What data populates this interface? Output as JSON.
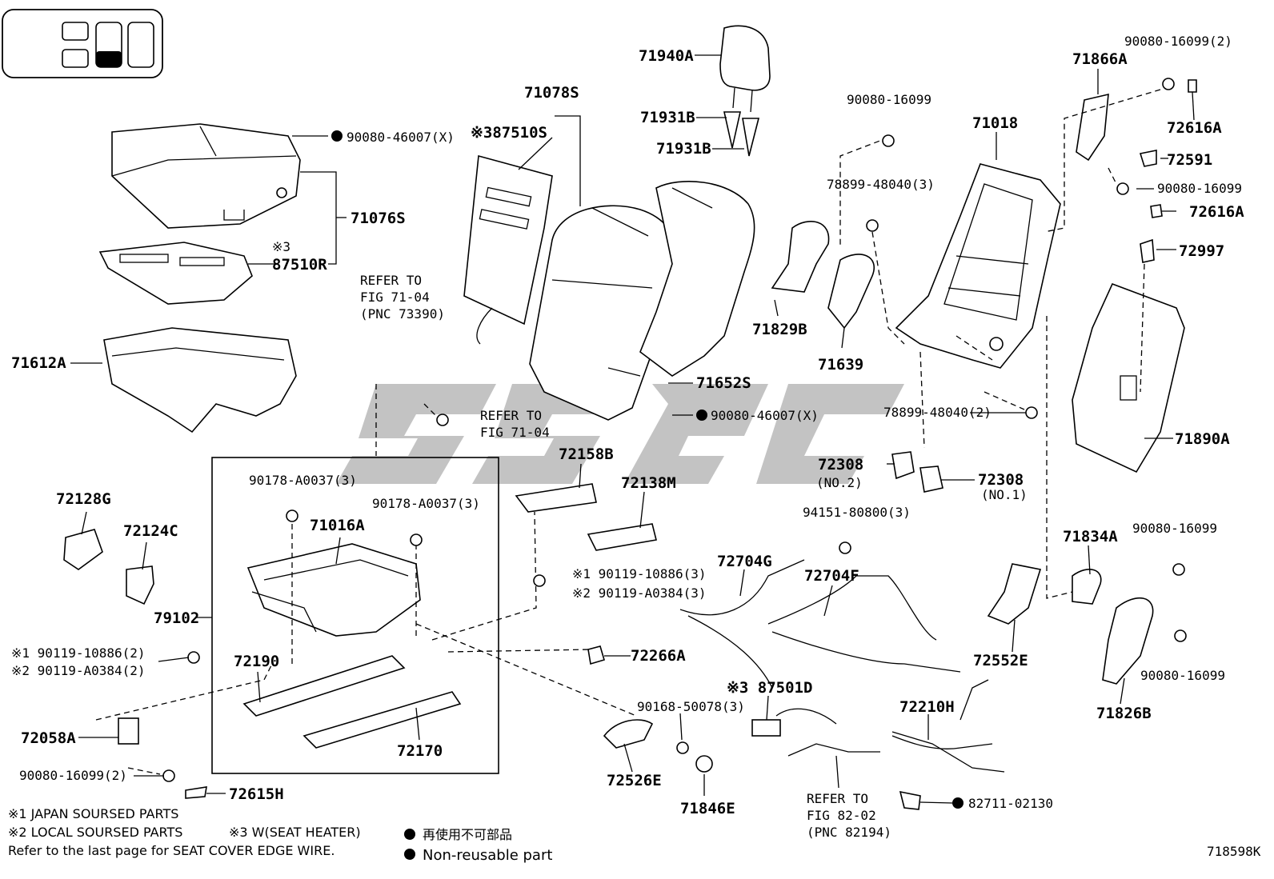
{
  "diagram_code": "718598K",
  "watermark": "ssoc",
  "legend": {
    "japan": "※1 JAPAN SOURSED PARTS",
    "local": "※2 LOCAL SOURSED PARTS",
    "heater": "※3 W(SEAT HEATER)",
    "edge_wire": "Refer to the last page for SEAT COVER EDGE WIRE.",
    "non_reusable_jp": "再使用不可部品",
    "non_reusable_en": "Non-reusable part"
  },
  "labels": {
    "p71940A": "71940A",
    "p71931B_1": "71931B",
    "p71931B_2": "71931B",
    "p71078S": "71078S",
    "p87510S": "※387510S",
    "p90080_46007_a": "90080-46007(X)",
    "p71076S": "71076S",
    "p87510R_note": "※3",
    "p87510R": "87510R",
    "p71612A": "71612A",
    "refer_7104_a_1": "REFER TO",
    "refer_7104_a_2": "FIG 71-04",
    "refer_7104_a_3": "(PNC 73390)",
    "refer_7104_b_1": "REFER TO",
    "refer_7104_b_2": "FIG 71-04",
    "p71652S": "71652S",
    "p90080_46007_b": "90080-46007(X)",
    "p90080_16099_top": "90080-16099",
    "p78899_48040_3": "78899-48040(3)",
    "p71829B": "71829B",
    "p71639": "71639",
    "p71018": "71018",
    "p78899_48040_2": "78899-48040(2)",
    "p71866A": "71866A",
    "p90080_16099_2": "90080-16099(2)",
    "p72616A_1": "72616A",
    "p72591": "72591",
    "p90080_16099_r": "90080-16099",
    "p72616A_2": "72616A",
    "p72997": "72997",
    "p71890A": "71890A",
    "p72128G": "72128G",
    "p72124C": "72124C",
    "p90178_a": "90178-A0037(3)",
    "p90178_b": "90178-A0037(3)",
    "p71016A": "71016A",
    "p79102": "79102",
    "p90119_10886_2": "※1 90119-10886(2)",
    "p90119_A0384_2": "※2 90119-A0384(2)",
    "p72190": "72190",
    "p72058A": "72058A",
    "p72170": "72170",
    "p90080_16099_2b": "90080-16099(2)",
    "p72615H": "72615H",
    "p72158B": "72158B",
    "p72138M": "72138M",
    "p90119_10886_3": "※1 90119-10886(3)",
    "p90119_A0384_3": "※2 90119-A0384(3)",
    "p72266A": "72266A",
    "p90168": "90168-50078(3)",
    "p72526E": "72526E",
    "p71846E": "71846E",
    "p72308_2": "72308",
    "p72308_2n": "(NO.2)",
    "p72308_1": "72308",
    "p72308_1n": "(NO.1)",
    "p94151": "94151-80800(3)",
    "p72704G": "72704G",
    "p72704F": "72704F",
    "p87501D": "※3 87501D",
    "refer_8202_1": "REFER TO",
    "refer_8202_2": "FIG 82-02",
    "refer_8202_3": "(PNC 82194)",
    "p72210H": "72210H",
    "p82711": "82711-02130",
    "p71834A": "71834A",
    "p90080_16099_m1": "90080-16099",
    "p72552E": "72552E",
    "p90080_16099_m2": "90080-16099",
    "p71826B": "71826B"
  }
}
